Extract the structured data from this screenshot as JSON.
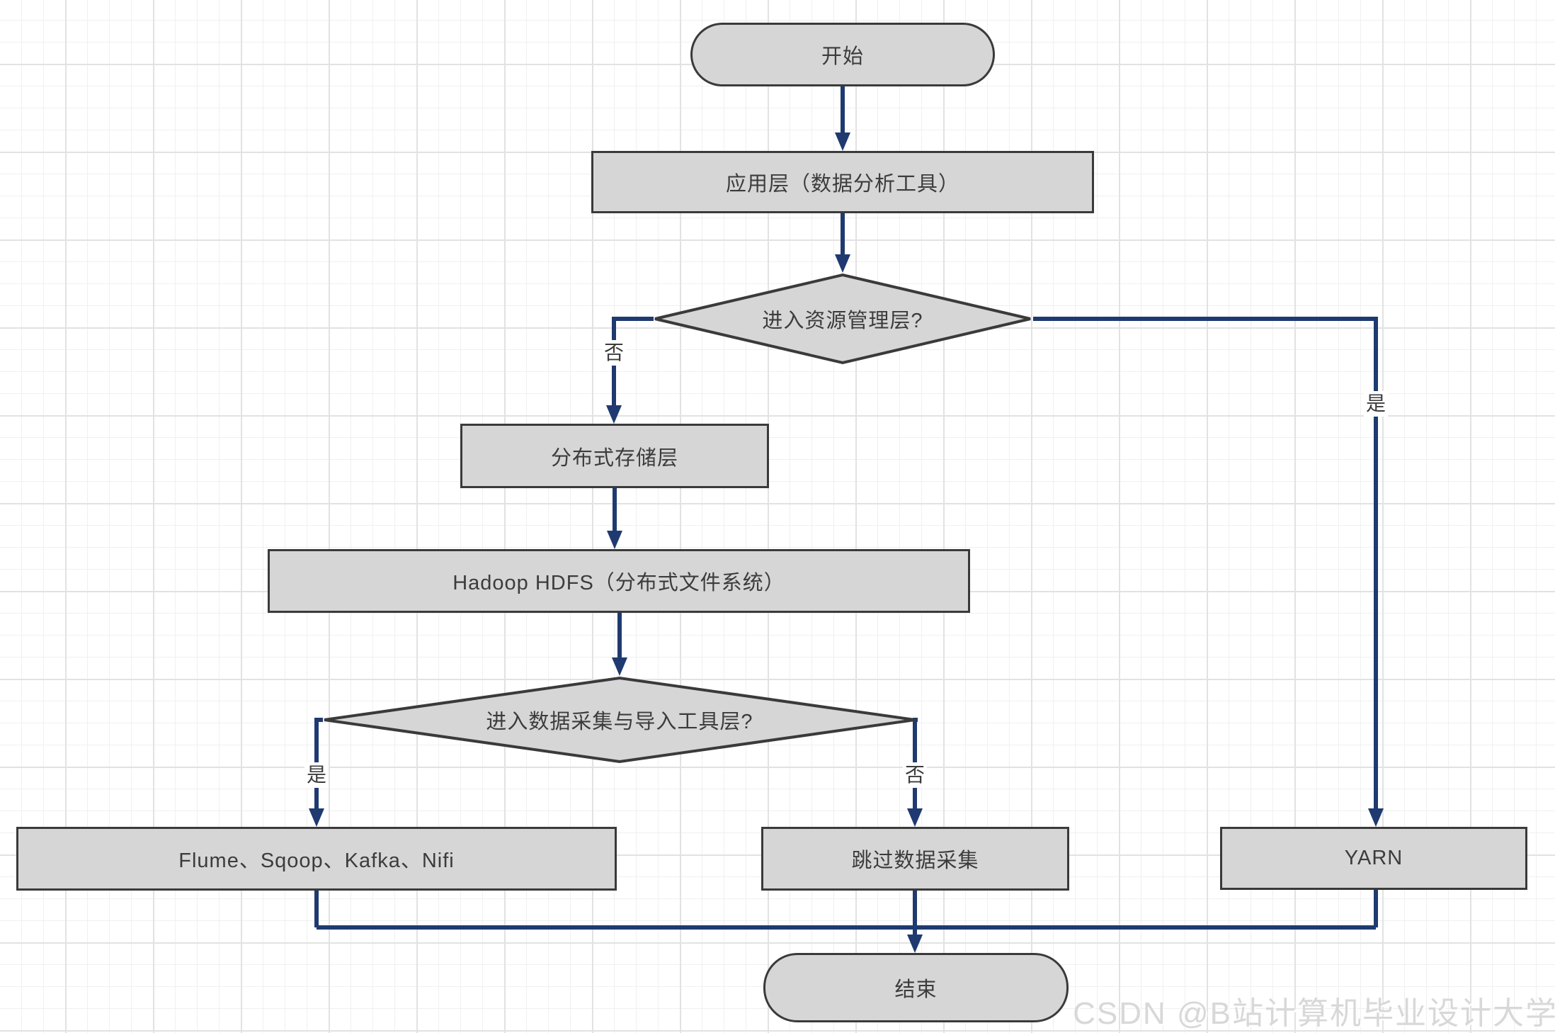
{
  "diagram": {
    "nodes": {
      "start": {
        "type": "terminator",
        "label": "开始"
      },
      "app_layer": {
        "type": "process",
        "label": "应用层（数据分析工具）"
      },
      "decision_resource": {
        "type": "decision",
        "label": "进入资源管理层?"
      },
      "storage_layer": {
        "type": "process",
        "label": "分布式存储层"
      },
      "hdfs": {
        "type": "process",
        "label": "Hadoop HDFS（分布式文件系统）"
      },
      "decision_ingest": {
        "type": "decision",
        "label": "进入数据采集与导入工具层?"
      },
      "ingest_tools": {
        "type": "process",
        "label": "Flume、Sqoop、Kafka、Nifi"
      },
      "skip_ingest": {
        "type": "process",
        "label": "跳过数据采集"
      },
      "yarn": {
        "type": "process",
        "label": "YARN"
      },
      "end": {
        "type": "terminator",
        "label": "结束"
      }
    },
    "edges": [
      {
        "from": "start",
        "to": "app_layer",
        "label": ""
      },
      {
        "from": "app_layer",
        "to": "decision_resource",
        "label": ""
      },
      {
        "from": "decision_resource",
        "to": "storage_layer",
        "label": "否"
      },
      {
        "from": "decision_resource",
        "to": "yarn",
        "label": "是"
      },
      {
        "from": "storage_layer",
        "to": "hdfs",
        "label": ""
      },
      {
        "from": "hdfs",
        "to": "decision_ingest",
        "label": ""
      },
      {
        "from": "decision_ingest",
        "to": "ingest_tools",
        "label": "是"
      },
      {
        "from": "decision_ingest",
        "to": "skip_ingest",
        "label": "否"
      },
      {
        "from": "ingest_tools",
        "to": "end",
        "label": ""
      },
      {
        "from": "skip_ingest",
        "to": "end",
        "label": ""
      },
      {
        "from": "yarn",
        "to": "end",
        "label": ""
      }
    ],
    "colors": {
      "node_fill": "#d6d6d6",
      "node_border": "#3a3a3a",
      "connector": "#1f3a70",
      "grid_minor": "#f0f0f0",
      "grid_major": "#e2e2e2"
    }
  },
  "watermark": {
    "text": "CSDN @B站计算机毕业设计大学"
  }
}
